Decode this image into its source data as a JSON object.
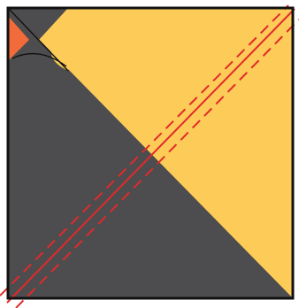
{
  "diagram": {
    "colors": {
      "background": "#ffffff",
      "dark": "#4d4c4e",
      "yellow": "#fdcb57",
      "orange": "#f26b3a",
      "border": "#111111",
      "red_line": "#e02b2b"
    },
    "regions": [
      {
        "name": "lower-dark-triangle",
        "color_key": "dark"
      },
      {
        "name": "upper-yellow-triangle",
        "color_key": "yellow"
      },
      {
        "name": "corner-dark-wedge",
        "color_key": "dark"
      },
      {
        "name": "corner-orange-wedge",
        "color_key": "orange"
      },
      {
        "name": "curved-yellow-sliver",
        "color_key": "yellow"
      }
    ],
    "lines": [
      {
        "name": "center-diagonal-line",
        "style": "solid",
        "color_key": "red_line"
      },
      {
        "name": "upper-dashed-line",
        "style": "dashed",
        "color_key": "red_line"
      },
      {
        "name": "lower-dashed-line",
        "style": "dashed",
        "color_key": "red_line"
      }
    ]
  }
}
